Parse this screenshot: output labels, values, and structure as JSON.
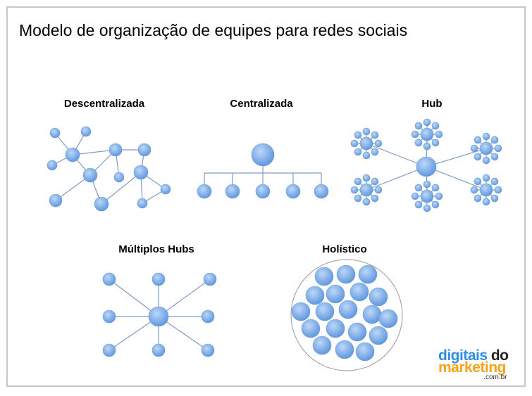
{
  "title": "Modelo de organização de equipes para redes sociais",
  "models": {
    "descentralizada": "Descentralizada",
    "centralizada": "Centralizada",
    "hub": "Hub",
    "multiplos_hubs": "Múltiplos Hubs",
    "holistico": "Holístico"
  },
  "logo": {
    "part1": "digitais",
    "part2": "do",
    "part3": "marketing",
    "part4": ".com.br"
  },
  "colors": {
    "node_light": "#bcd8f7",
    "node_dark": "#5a93dd",
    "edge": "#7f9cc4",
    "logo_blue": "#2f8fe0",
    "logo_orange": "#f7a21b"
  }
}
